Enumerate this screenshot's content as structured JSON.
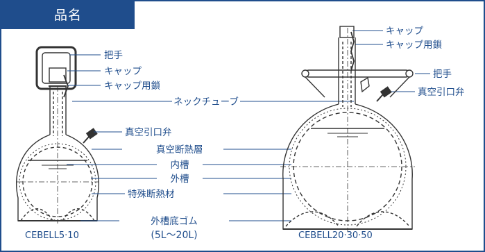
{
  "header": {
    "title": "品名"
  },
  "small_vessel": {
    "model": "CEBELL5·10",
    "labels": {
      "handle": "把手",
      "cap": "キャップ",
      "cap_chain": "キャップ用鎖"
    }
  },
  "shared_labels": {
    "neck_tube": "ネックチューブ",
    "vacuum_port": "真空引口弁",
    "vacuum_insulation": "真空断熱層",
    "inner_tank": "内槽",
    "outer_tank": "外槽",
    "special_insulation": "特殊断熱材",
    "outer_bottom_rubber": "外槽底ゴム",
    "bottom_rubber_note": "(5L～20L)"
  },
  "large_vessel": {
    "model": "CEBELL20·30·50",
    "labels": {
      "cap": "キャップ",
      "cap_chain": "キャップ用鎖",
      "handle": "把手",
      "vacuum_port": "真空引口弁"
    }
  }
}
